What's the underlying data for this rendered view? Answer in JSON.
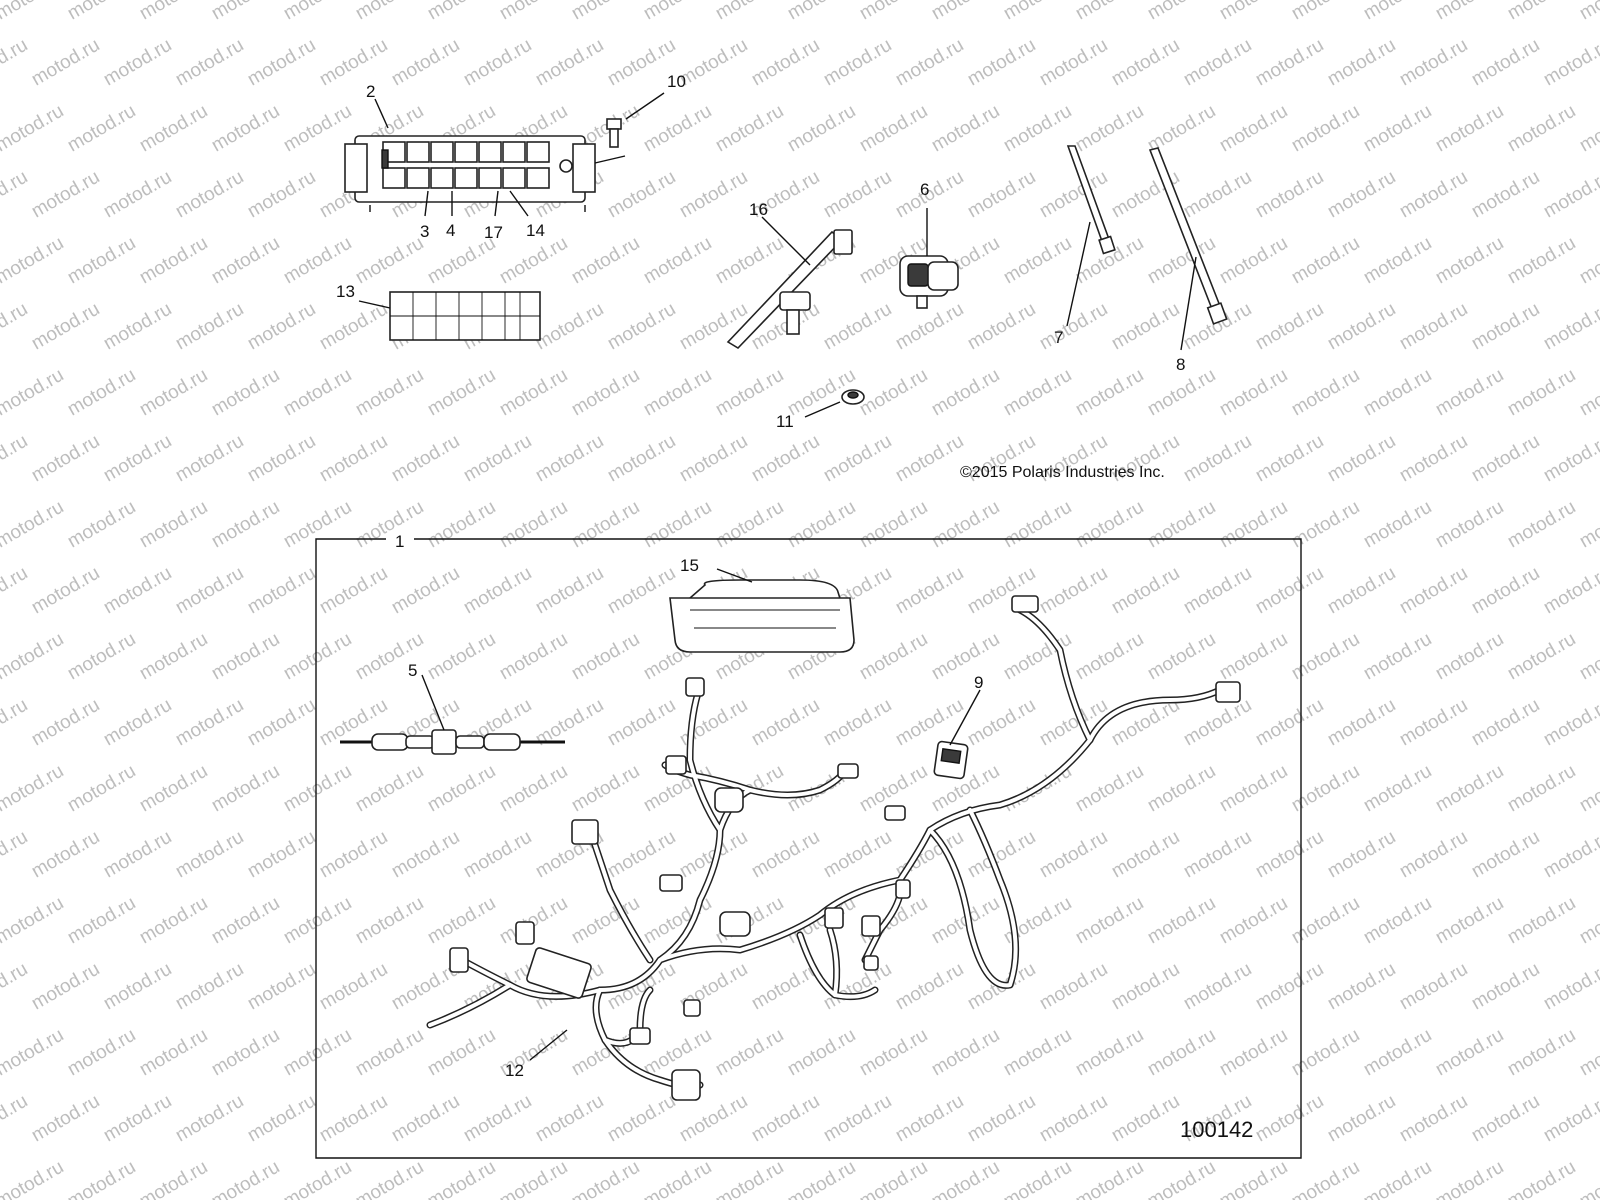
{
  "watermark": {
    "text": "motod.ru"
  },
  "callouts": {
    "c1": "1",
    "c2": "2",
    "c3": "3",
    "c4": "4",
    "c5": "5",
    "c6": "6",
    "c7": "7",
    "c8": "8",
    "c9": "9",
    "c10": "10",
    "c11": "11",
    "c12": "12",
    "c13": "13",
    "c14": "14",
    "c15": "15",
    "c16": "16",
    "c17": "17"
  },
  "copyright": "©2015 Polaris Industries Inc.",
  "document_number": "100142"
}
